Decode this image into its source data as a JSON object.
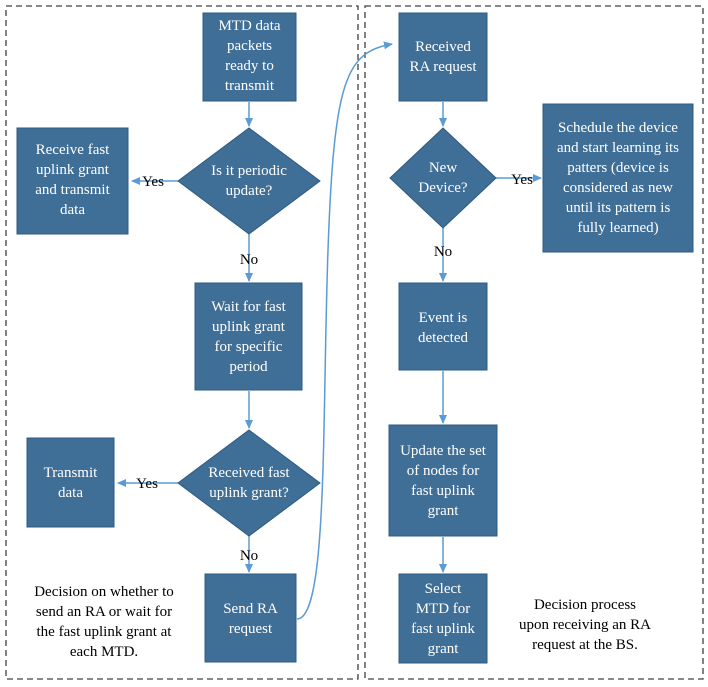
{
  "colors": {
    "node_fill": "#3F6E96",
    "node_stroke": "#2E5A80",
    "arrow": "#5B9BD5",
    "panel_border": "#404040"
  },
  "left_panel": {
    "caption": [
      "Decision on whether to",
      "send an RA or wait for",
      "the fast uplink grant at",
      "each MTD."
    ],
    "nodes": {
      "mtd_packets": [
        "MTD data",
        "packets",
        "ready to",
        "transmit"
      ],
      "periodic_decision": [
        "Is it periodic",
        "update?"
      ],
      "receive_grant": [
        "Receive fast",
        "uplink grant",
        "and transmit",
        "data"
      ],
      "wait_grant": [
        "Wait for fast",
        "uplink grant",
        "for specific",
        "period"
      ],
      "received_decision": [
        "Received fast",
        "uplink grant?"
      ],
      "transmit": [
        "Transmit",
        "data"
      ],
      "send_ra": [
        "Send RA",
        "request"
      ]
    },
    "labels": {
      "periodic_yes": "Yes",
      "periodic_no": "No",
      "received_yes": "Yes",
      "received_no": "No"
    }
  },
  "right_panel": {
    "caption": [
      "Decision process",
      "upon receiving an RA",
      "request at the BS."
    ],
    "nodes": {
      "received_ra": [
        "Received",
        "RA request"
      ],
      "new_device_decision": [
        "New",
        "Device?"
      ],
      "schedule_device": [
        "Schedule the device",
        "and start learning its",
        "patters (device is",
        "considered as new",
        "until its pattern is",
        "fully learned)"
      ],
      "event_detected": [
        "Event is",
        "detected"
      ],
      "update_set": [
        "Update the set",
        "of nodes for",
        "fast uplink",
        "grant"
      ],
      "select_mtd": [
        "Select",
        "MTD for",
        "fast uplink",
        "grant"
      ]
    },
    "labels": {
      "new_yes": "Yes",
      "new_no": "No"
    }
  }
}
